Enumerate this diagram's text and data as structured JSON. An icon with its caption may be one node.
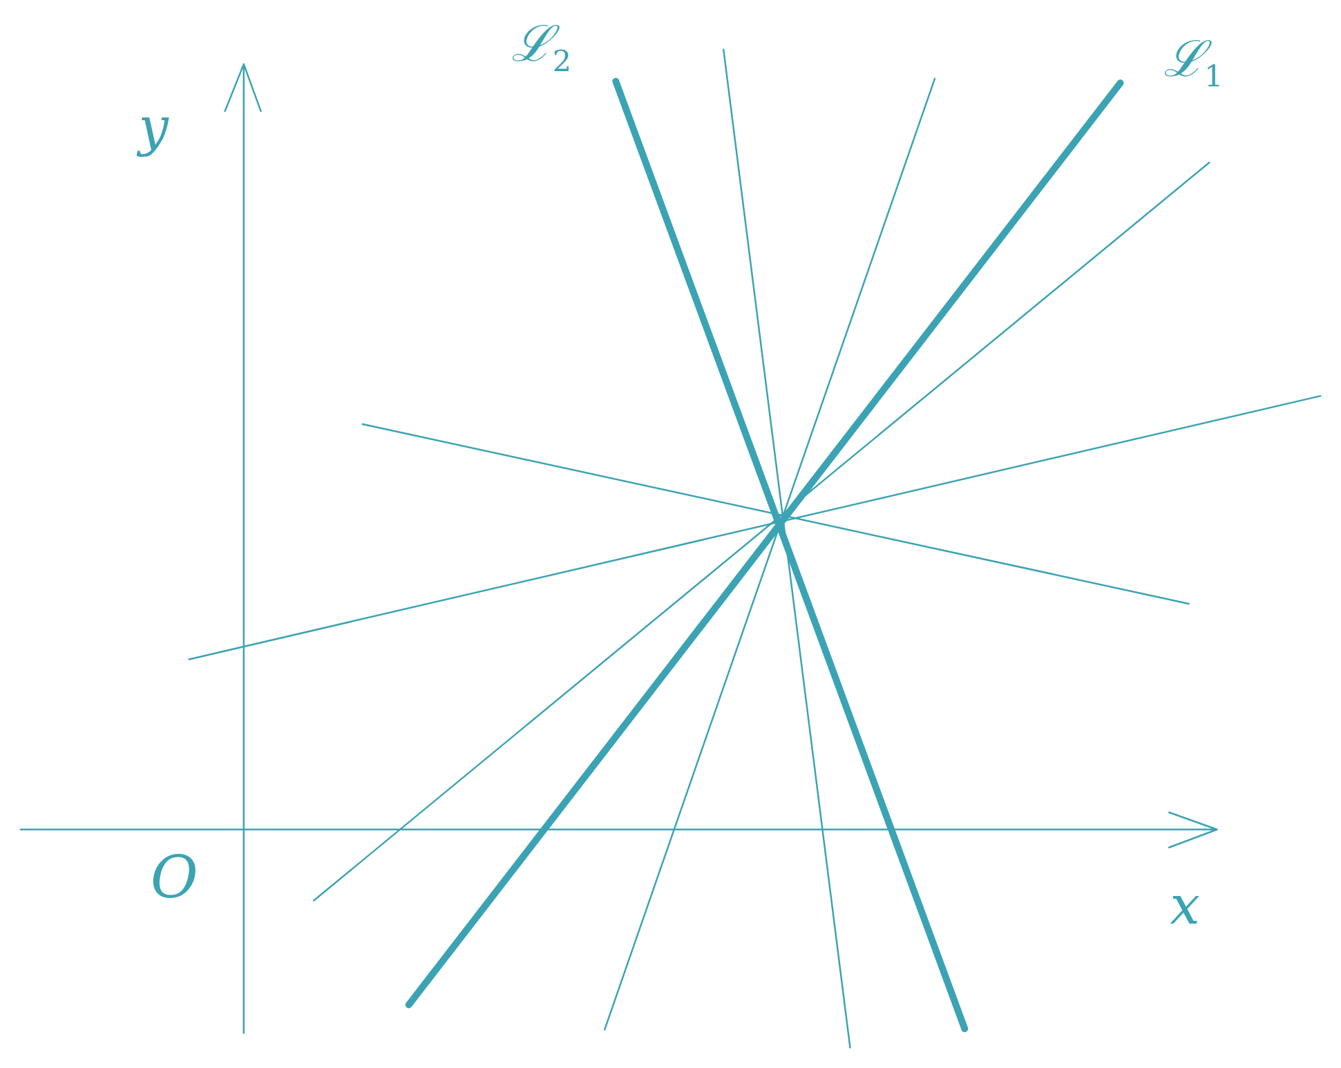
{
  "diagram": {
    "labels": [
      "ℒ$_{2}$",
      "ℒ$_{1}$",
      "y",
      "O",
      "x"
    ]
  }
}
